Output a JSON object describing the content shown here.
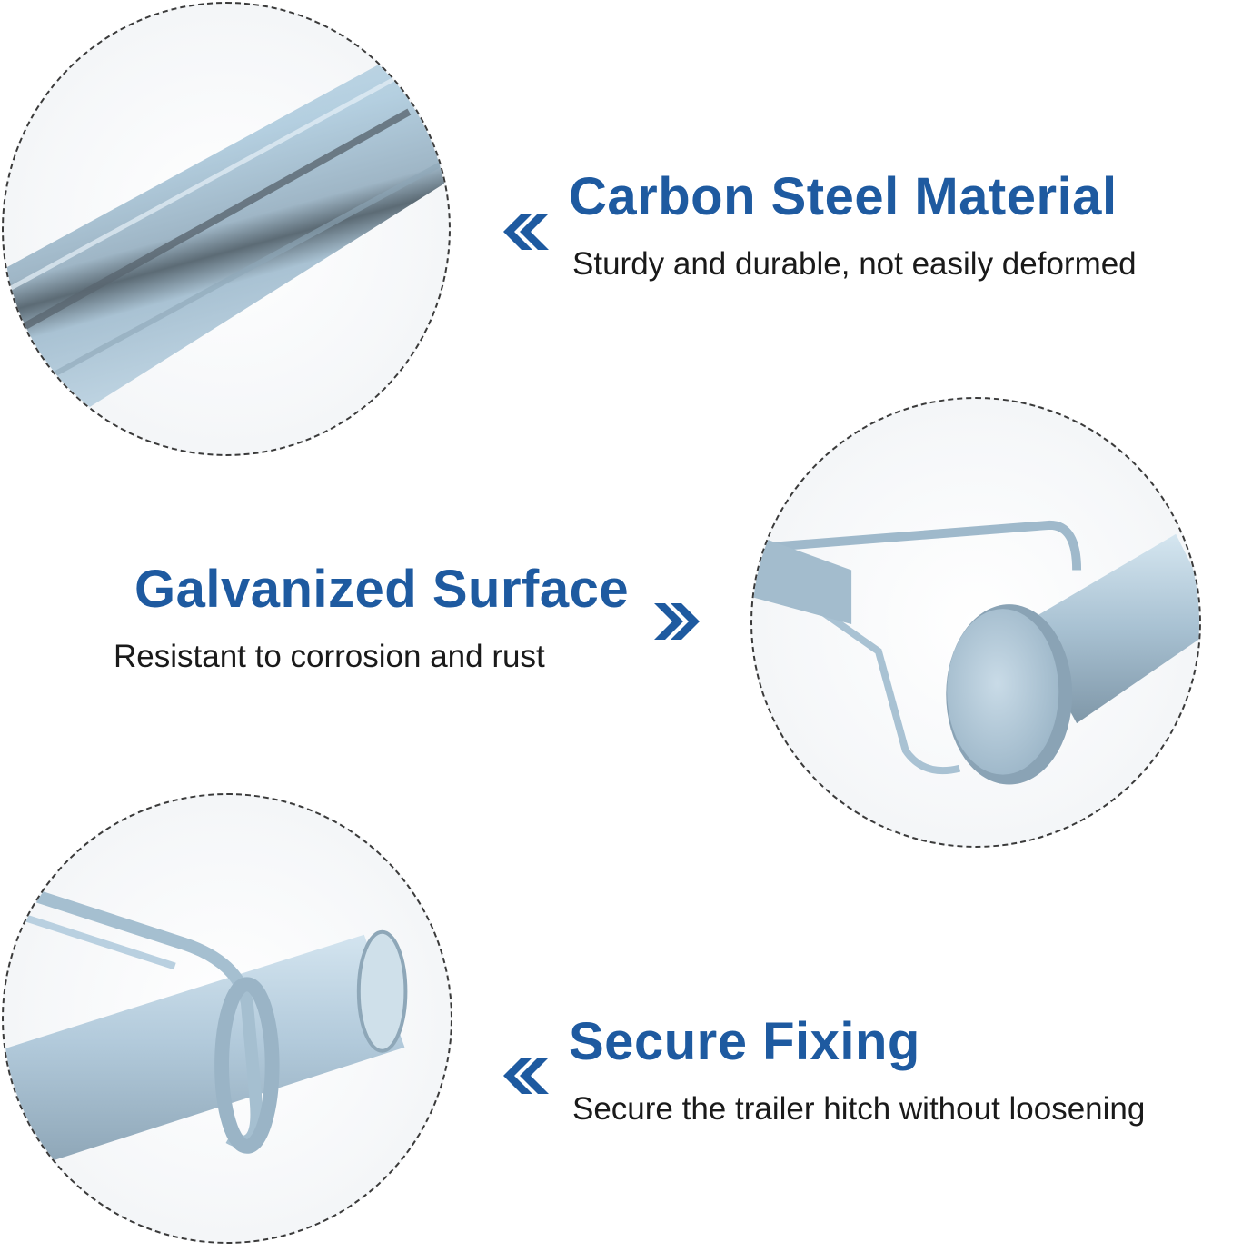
{
  "features": [
    {
      "title": "Carbon Steel Material",
      "description": "Sturdy and durable, not easily deformed",
      "arrow": "chevron-double-left-icon"
    },
    {
      "title": "Galvanized Surface",
      "description": "Resistant to corrosion and rust",
      "arrow": "chevron-double-right-icon"
    },
    {
      "title": "Secure Fixing",
      "description": "Secure the trailer hitch without loosening",
      "arrow": "chevron-double-left-icon"
    }
  ],
  "colors": {
    "accent": "#1e5aa0",
    "text": "#1a1a1a",
    "metal": "#b9d0e0"
  }
}
